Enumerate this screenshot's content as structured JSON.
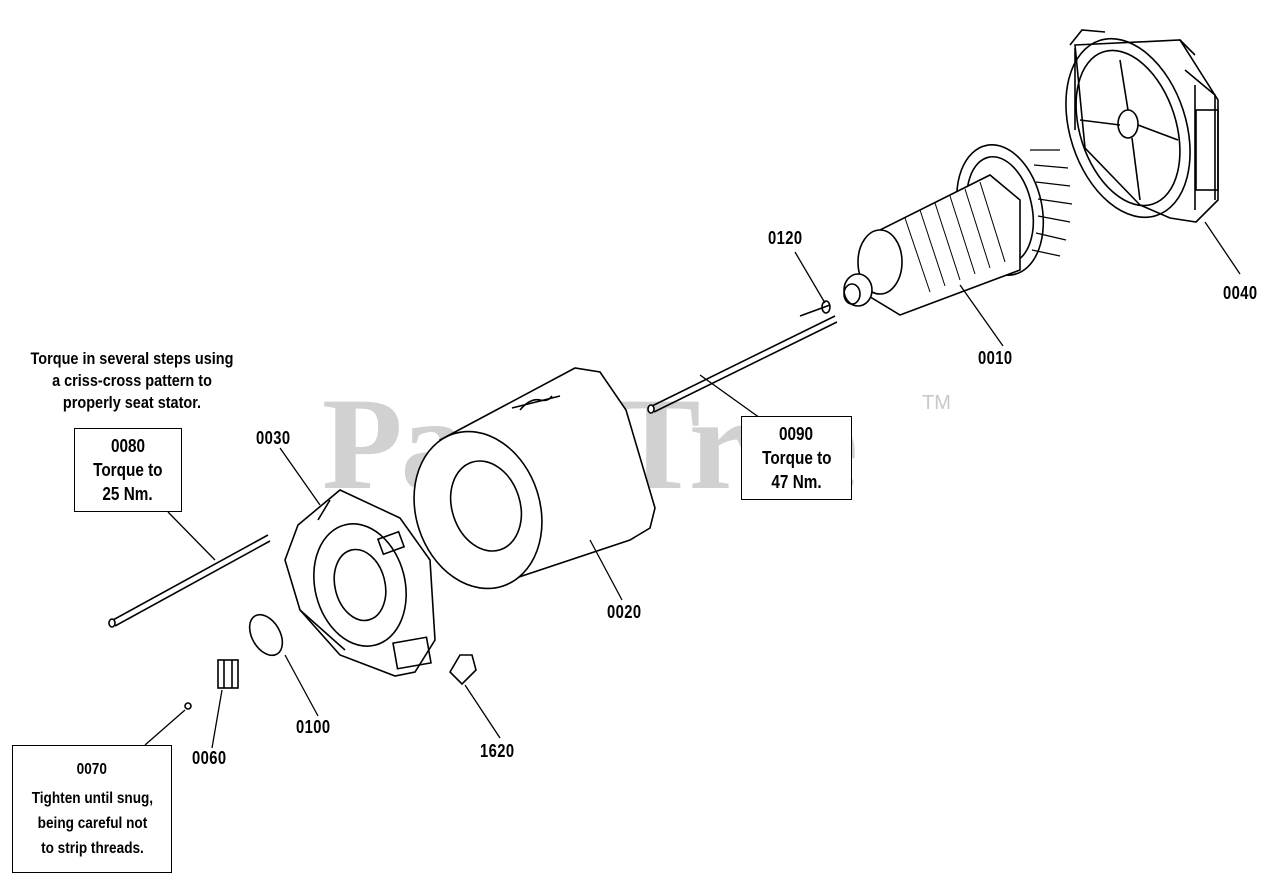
{
  "watermark": {
    "text": "PartsTree",
    "tm": "TM"
  },
  "labels": {
    "p0010": "0010",
    "p0020": "0020",
    "p0030": "0030",
    "p0040": "0040",
    "p0060": "0060",
    "p0100": "0100",
    "p0120": "0120",
    "p1620": "1620"
  },
  "note_stator": {
    "line1": "Torque in several steps using",
    "line2": "a criss-cross pattern to",
    "line3": "properly seat stator."
  },
  "box_0080": {
    "part": "0080",
    "line1": "Torque to",
    "line2": "25 Nm."
  },
  "box_0090": {
    "part": "0090",
    "line1": "Torque to",
    "line2": "47 Nm."
  },
  "box_0070": {
    "part": "0070",
    "line1": "Tighten until snug,",
    "line2": "being careful not",
    "line3": "to strip threads."
  }
}
